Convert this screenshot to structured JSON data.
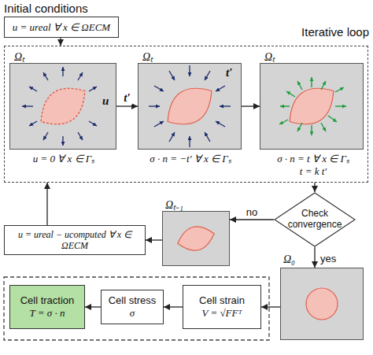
{
  "diagram": {
    "nodes": [
      {
        "text": [
          "Initial conditions",
          "u = ureal ∀ x ∈ ΩECM"
        ]
      },
      {
        "text": [
          "Iterative loop"
        ]
      },
      {
        "text": [
          "Ωₜ",
          "u",
          "u = 0 ∀ x ∈ Γₛ"
        ],
        "in": 1
      },
      {
        "text": [
          "Ωₜ",
          "t′",
          "σ · n = −t′ ∀ x ∈ Γₛ"
        ],
        "in": 1
      },
      {
        "text": [
          "Ωₜ",
          "σ · n = t ∀ x ∈ Γₛ",
          "t = k t′"
        ],
        "in": 1
      },
      {
        "text": [
          "Check convergence"
        ]
      },
      {
        "text": [
          "Ωₜ₋₁"
        ]
      },
      {
        "text": [
          "u = ureal − ucomputed ∀ x ∈ ΩECM"
        ]
      },
      {
        "text": [
          "Ω₀"
        ]
      },
      {
        "text": [
          "Cell strain",
          "V = √FFᵀ"
        ]
      },
      {
        "text": [
          "Cell stress",
          "σ"
        ]
      },
      {
        "text": [
          "Cell traction",
          "T = σ · n"
        ]
      }
    ],
    "edges": [
      {
        "from": 0,
        "to": 1,
        "arrow": "to"
      },
      {
        "from": 2,
        "to": 3,
        "label": "t′",
        "arrow": "to"
      },
      {
        "from": 3,
        "to": 4,
        "arrow": "to"
      },
      {
        "from": 1,
        "to": 5,
        "arrow": "to"
      },
      {
        "from": 5,
        "to": 6,
        "label": "no",
        "arrow": "to"
      },
      {
        "from": 6,
        "to": 7,
        "arrow": "to"
      },
      {
        "from": 7,
        "to": 1,
        "arrow": "to"
      },
      {
        "from": 5,
        "to": 8,
        "label": "yes",
        "arrow": "to"
      },
      {
        "from": 8,
        "to": 9,
        "arrow": "to"
      },
      {
        "from": 9,
        "to": 10,
        "arrow": "to"
      },
      {
        "from": 10,
        "to": 11,
        "arrow": "to"
      }
    ]
  }
}
